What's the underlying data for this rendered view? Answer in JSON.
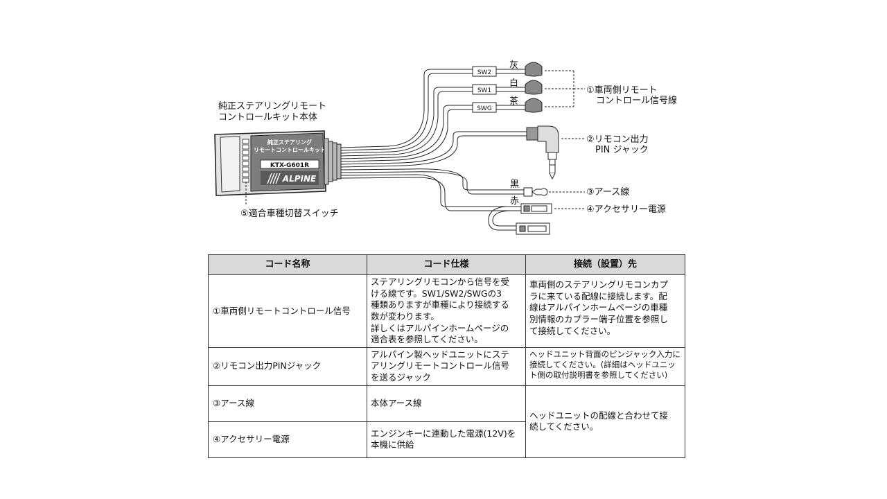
{
  "diagram": {
    "main_unit_label": [
      "純正ステアリングリモート",
      "コントロールキット本体"
    ],
    "box_text": [
      "純正ステアリング",
      "リモートコントロールキット"
    ],
    "model": "KTX-G601R",
    "brand": "ALPINE",
    "switch_label": "⑤適合車種切替スイッチ",
    "wires": [
      {
        "tag": "SW2",
        "color": "灰"
      },
      {
        "tag": "SW1",
        "color": "白"
      },
      {
        "tag": "SWG",
        "color": "茶"
      }
    ],
    "ground_color": "黒",
    "acc_color": "赤",
    "callout_1": [
      "①車両側リモート",
      "コントロール信号線"
    ],
    "callout_2": [
      "②リモコン出力",
      "PIN ジャック"
    ],
    "callout_3": "③アース線",
    "callout_4": "④アクセサリー電源"
  },
  "table": {
    "headers": [
      "コード名称",
      "コード仕様",
      "接続（設置）先"
    ],
    "rows": [
      {
        "name": "①車両側リモートコントロール信号",
        "spec": [
          "ステアリングリモコンから信号を受",
          "ける線です。SW1/SW2/SWGの3",
          "種類ありますが車種により接続する",
          "数が変わります。",
          "詳しくはアルパインホームページの",
          "適合表を参照してください。"
        ],
        "dest": [
          "車両側のステアリングリモコンカプ",
          "ラに来ている配線に接続します。配",
          "線はアルパインホームページの車種",
          "別情報のカプラー端子位置を参照し",
          "て接続してください。"
        ]
      },
      {
        "name": "②リモコン出力PINジャック",
        "spec": [
          "アルパイン製ヘッドユニットにステ",
          "アリングリモートコントロール信号",
          "を送るジャック"
        ],
        "dest": [
          "ヘッドユニット背面のピンジャック入力に",
          "接続してください。(詳細はヘッドユニッ",
          "ト側の取付説明書を参照してください)"
        ]
      },
      {
        "name": "③アース線",
        "spec": [
          "本体アース線"
        ]
      },
      {
        "name": "④アクセサリー電源",
        "spec": [
          "エンジンキーに連動した電源(12V)を",
          "本機に供給"
        ]
      }
    ],
    "shared_dest": [
      "ヘッドユニットの配線と合わせて接",
      "続してください。"
    ]
  }
}
